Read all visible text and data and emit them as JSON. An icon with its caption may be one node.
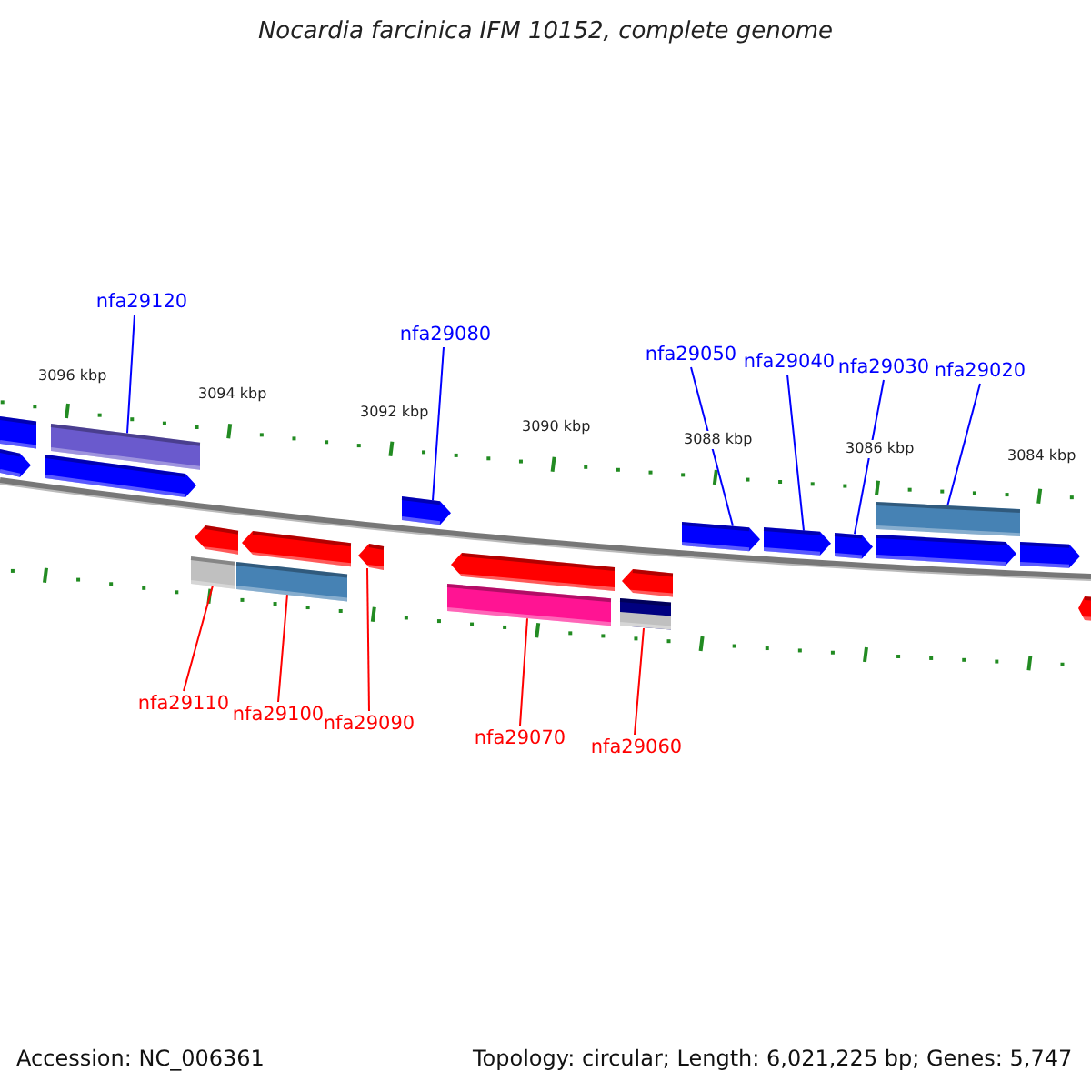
{
  "diagram": {
    "title": "Nocardia farcinica IFM 10152, complete genome",
    "nodes": [
      {
        "text": [
          "nfa29120"
        ]
      },
      {
        "text": [
          "nfa29080"
        ]
      },
      {
        "text": [
          "nfa29050"
        ]
      },
      {
        "text": [
          "nfa29040"
        ]
      },
      {
        "text": [
          "nfa29030"
        ]
      },
      {
        "text": [
          "nfa29020"
        ]
      },
      {
        "text": [
          "nfa29110"
        ]
      },
      {
        "text": [
          "nfa29100"
        ]
      },
      {
        "text": [
          "nfa29090"
        ]
      },
      {
        "text": [
          "nfa29070"
        ]
      },
      {
        "text": [
          "nfa29060"
        ]
      },
      {
        "text": [],
        "shape": "bar"
      },
      {
        "text": [],
        "shape": "arrow"
      },
      {
        "text": [],
        "shape": "arrow"
      },
      {
        "text": [],
        "shape": "bar"
      },
      {
        "text": [],
        "shape": "bar"
      },
      {
        "text": [],
        "shape": "arrow"
      },
      {
        "text": [],
        "shape": "bar"
      },
      {
        "text": [],
        "shape": "arrow"
      },
      {
        "text": [],
        "shape": "arrow"
      },
      {
        "text": [],
        "shape": "arrow"
      },
      {
        "text": [],
        "shape": "bar"
      },
      {
        "text": [],
        "shape": "arrow"
      },
      {
        "text": [],
        "shape": "bar"
      },
      {
        "text": [],
        "shape": "arrow"
      },
      {
        "text": [],
        "shape": "arrow"
      },
      {
        "text": [],
        "shape": "arrow"
      },
      {
        "text": [],
        "shape": "arrow"
      },
      {
        "text": [],
        "shape": "bar"
      },
      {
        "text": [],
        "shape": "arrow"
      },
      {
        "text": [],
        "shape": "arrow"
      },
      {
        "text": [],
        "shape": "arrow"
      }
    ],
    "edges": [
      {
        "from": 0,
        "to": 14,
        "arrow": "none"
      },
      {
        "from": 1,
        "to": 20,
        "arrow": "none"
      },
      {
        "from": 2,
        "to": 25,
        "arrow": "none"
      },
      {
        "from": 3,
        "to": 26,
        "arrow": "none"
      },
      {
        "from": 4,
        "to": 27,
        "arrow": "none"
      },
      {
        "from": 5,
        "to": 28,
        "arrow": "none"
      },
      {
        "from": 6,
        "to": 15,
        "arrow": "none",
        "color": "#ff0000"
      },
      {
        "from": 7,
        "to": 17,
        "arrow": "none",
        "color": "#ff0000"
      },
      {
        "from": 8,
        "to": 19,
        "arrow": "none",
        "color": "#ff0000"
      },
      {
        "from": 9,
        "to": 21,
        "arrow": "none",
        "color": "#ff0000"
      },
      {
        "from": 10,
        "to": 23,
        "arrow": "none",
        "color": "#ff0000"
      }
    ],
    "labels": [
      "3096 kbp",
      "3094 kbp",
      "3092 kbp",
      "3090 kbp",
      "3088 kbp",
      "3086 kbp",
      "3084 kbp",
      "Accession: NC_006361",
      "Topology: circular; Length: 6,021,225 bp; Genes: 5,747"
    ]
  }
}
